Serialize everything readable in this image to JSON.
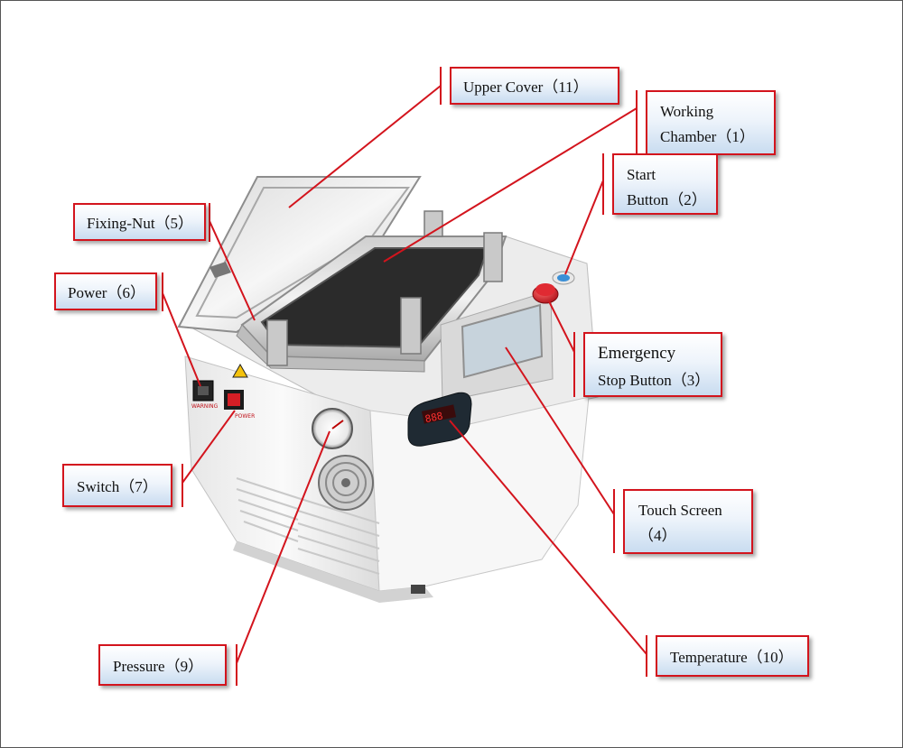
{
  "labels": {
    "upper_cover": "Upper Cover（11）",
    "working_chamber_1": "Working",
    "working_chamber_2": "Chamber（1）",
    "start_button_1": "Start",
    "start_button_2": "Button（2）",
    "fixing_nut": "Fixing-Nut（5）",
    "power": "Power（6）",
    "emergency_1": "Emergency",
    "emergency_2": "Stop Button（3）",
    "switch": "Switch（7）",
    "touch_screen_1": "Touch   Screen",
    "touch_screen_2": "（4）",
    "pressure": "Pressure（9）",
    "temperature": "Temperature（10）"
  },
  "device_text": {
    "power_marking": "POWER",
    "warning_marking": "WARNING"
  },
  "colors": {
    "leader_line": "#d3141d",
    "box_border": "#d3141d",
    "box_fill_top": "#ffffff",
    "box_fill_bottom": "#c9dcf0",
    "machine_body": "#f4f4f4",
    "chamber_pad": "#2b2b2b",
    "emergency_button": "#d51e25",
    "start_button": "#3a8fd6"
  }
}
